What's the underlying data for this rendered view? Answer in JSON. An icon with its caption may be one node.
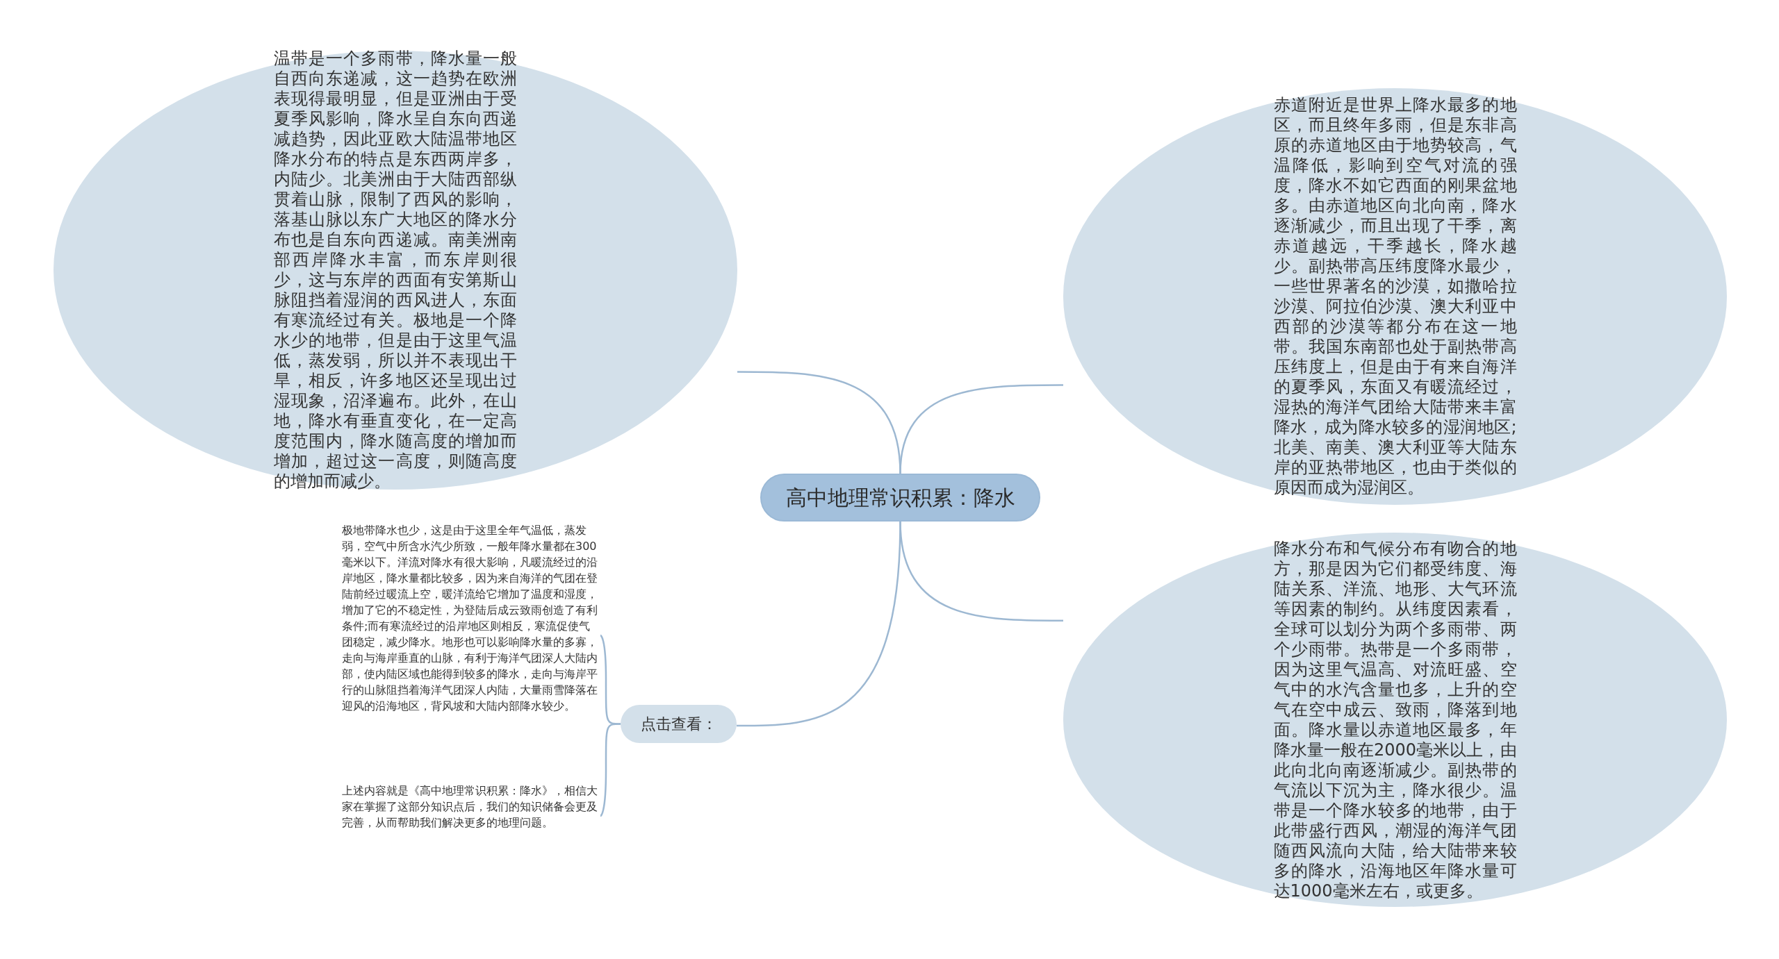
{
  "diagram": {
    "nodes": [
      {
        "text": [
          "高中地理常识积累：降水"
        ]
      },
      {
        "text": [
          "温带是一个多雨带，降水量一般自西向东递减，这一趋势在欧洲表现得最明显，但是亚洲由于受夏季风影响，降水呈自东向西递减趋势，因此亚欧大陆温带地区降水分布的特点是东西两岸多，内陆少。北美洲由于大陆西部纵贯着山脉，限制了西风的影响，落基山脉以东广大地区的降水分布也是自东向西递减。南美洲南部西岸降水丰富，而东岸则很少，这与东岸的西面有安第斯山脉阻挡着湿润的西风进人，东面有寒流经过有关。极地是一个降水少的地带，但是由于这里气温低，蒸发弱，所以并不表现出干旱，相反，许多地区还呈现出过湿现象，沼泽遍布。此外，在山地，降水有垂直变化，在一定高度范围内，降水随高度的增加而增加，超过这一高度，则随高度的增加而减少。"
        ]
      },
      {
        "text": [
          "赤道附近是世界上降水最多的地区，而且终年多雨，但是东非高原的赤道地区由于地势较高，气温降低，影响到空气对流的强度，降水不如它西面的刚果盆地多。由赤道地区向北向南，降水逐渐减少，而且出现了干季，离赤道越远，干季越长，降水越少。副热带高压纬度降水最少，一些世界著名的沙漠，如撒哈拉沙漠、阿拉伯沙漠、澳大利亚中西部的沙漠等都分布在这一地带。我国东南部也处于副热带高压纬度上，但是由于有来自海洋的夏季风，东面又有暖流经过，湿热的海洋气团给大陆带来丰富降水，成为降水较多的湿润地区;北美、南美、澳大利亚等大陆东岸的亚热带地区，也由于类似的原因而成为湿润区。"
        ]
      },
      {
        "text": [
          "降水分布和气候分布有吻合的地方，那是因为它们都受纬度、海陆关系、洋流、地形、大气环流等因素的制约。从纬度因素看，全球可以划分为两个多雨带、两个少雨带。热带是一个多雨带，因为这里气温高、对流旺盛、空气中的水汽含量也多，上升的空气在空中成云、致雨，降落到地面。降水量以赤道地区最多，年降水量一般在2000毫米以上，由此向北向南逐渐减少。副热带的气流以下沉为主，降水很少。温带是一个降水较多的地带，由于此带盛行西风，潮湿的海洋气团随西风流向大陆，给大陆带来较多的降水，沿海地区年降水量可达1000毫米左右，或更多。"
        ]
      },
      {
        "text": [
          "点击查看："
        ]
      },
      {
        "text": [
          "极地带降水也少，这是由于这里全年气温低，蒸发弱，空气中所含水汽少所致，一般年降水量都在300毫米以下。洋流对降水有很大影响，凡暖流经过的沿岸地区，降水量都比较多，因为来自海洋的气团在登陆前经过暖流上空，暖洋流给它增加了温度和湿度，增加了它的不稳定性，为登陆后成云致雨创造了有利条件;而有寒流经过的沿岸地区则相反，寒流促使气团稳定，减少降水。地形也可以影响降水量的多寡，走向与海岸垂直的山脉，有利于海洋气团深人大陆内部，使内陆区域也能得到较多的降水，走向与海岸平行的山脉阻挡着海洋气团深人内陆，大量雨雪降落在迎风的沿海地区，背风坡和大陆内部降水较少。"
        ]
      },
      {
        "text": [
          "上述内容就是《高中地理常识积累：降水》，相信大家在掌握了这部分知识点后，我们的知识储备会更及完善，从而帮助我们解决更多的地理问题。"
        ]
      }
    ],
    "edges": [
      {
        "from": 0,
        "to": 1,
        "arrow": "none"
      },
      {
        "from": 0,
        "to": 2,
        "arrow": "none"
      },
      {
        "from": 0,
        "to": 3,
        "arrow": "none"
      },
      {
        "from": 0,
        "to": 4,
        "arrow": "none"
      },
      {
        "from": 4,
        "to": 5,
        "arrow": "none"
      },
      {
        "from": 4,
        "to": 6,
        "arrow": "none"
      }
    ]
  }
}
